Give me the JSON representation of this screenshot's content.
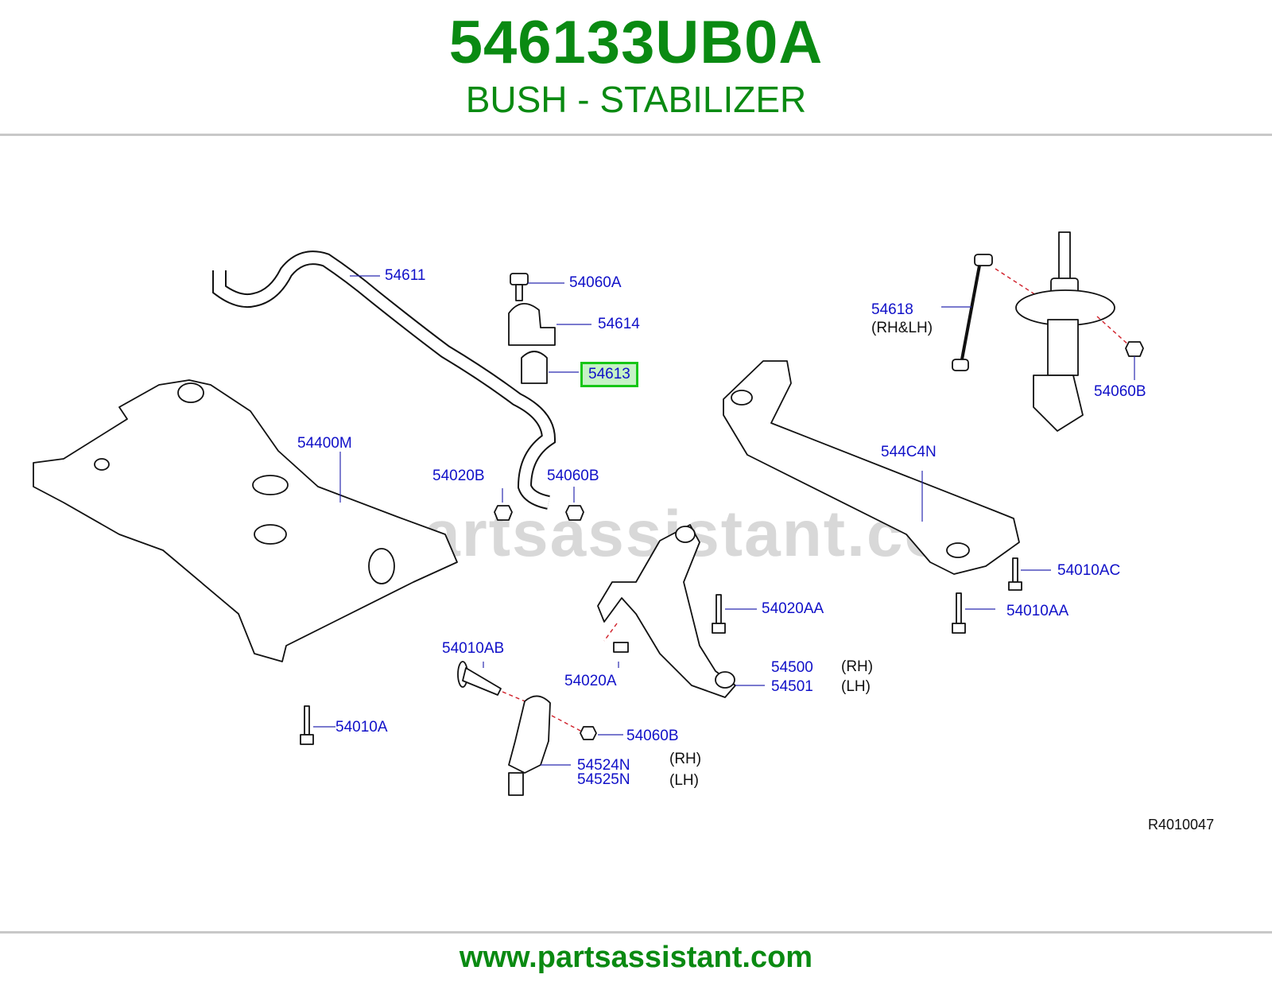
{
  "header": {
    "part_number": "546133UB0A",
    "part_name": "BUSH - STABILIZER"
  },
  "footer": {
    "url": "www.partsassistant.com"
  },
  "diagram": {
    "watermark": "www.partsassistant.com",
    "reference": "R4010047",
    "highlighted_callout": "54613",
    "callouts": [
      "54611",
      "54060A",
      "54614",
      "54618",
      "(RH&LH)",
      "54060B",
      "54400M",
      "544C4N",
      "54020B",
      "54060B",
      "54010AC",
      "54020AA",
      "54010AA",
      "54010AB",
      "54500",
      "54501",
      "54020A",
      "54010A",
      "54060B",
      "54524N",
      "54525N"
    ],
    "side_labels": [
      "(RH)",
      "(LH)",
      "(RH)",
      "(LH)"
    ],
    "colors": {
      "brand_green": "#0a8a12",
      "callout_blue": "#1010c8",
      "highlight_border": "#16c616",
      "highlight_fill": "#c6f2c6"
    }
  }
}
